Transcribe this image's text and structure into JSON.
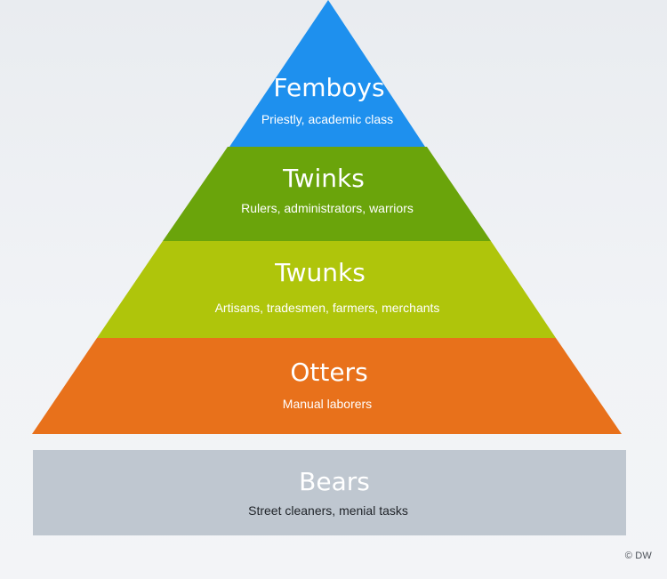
{
  "pyramid": {
    "tiers": [
      {
        "title": "Femboys",
        "description": "Priestly, academic class",
        "color": "#1e90ee"
      },
      {
        "title": "Twinks",
        "description": "Rulers, administrators, warriors",
        "color": "#6aa40b"
      },
      {
        "title": "Twunks",
        "description": "Artisans, tradesmen, farmers, merchants",
        "color": "#afc50b"
      },
      {
        "title": "Otters",
        "description": "Manual laborers",
        "color": "#e8711b"
      }
    ],
    "base": {
      "title": "Bears",
      "description": "Street cleaners, menial tasks",
      "color": "#bfc7d0"
    }
  },
  "credit": "© DW"
}
